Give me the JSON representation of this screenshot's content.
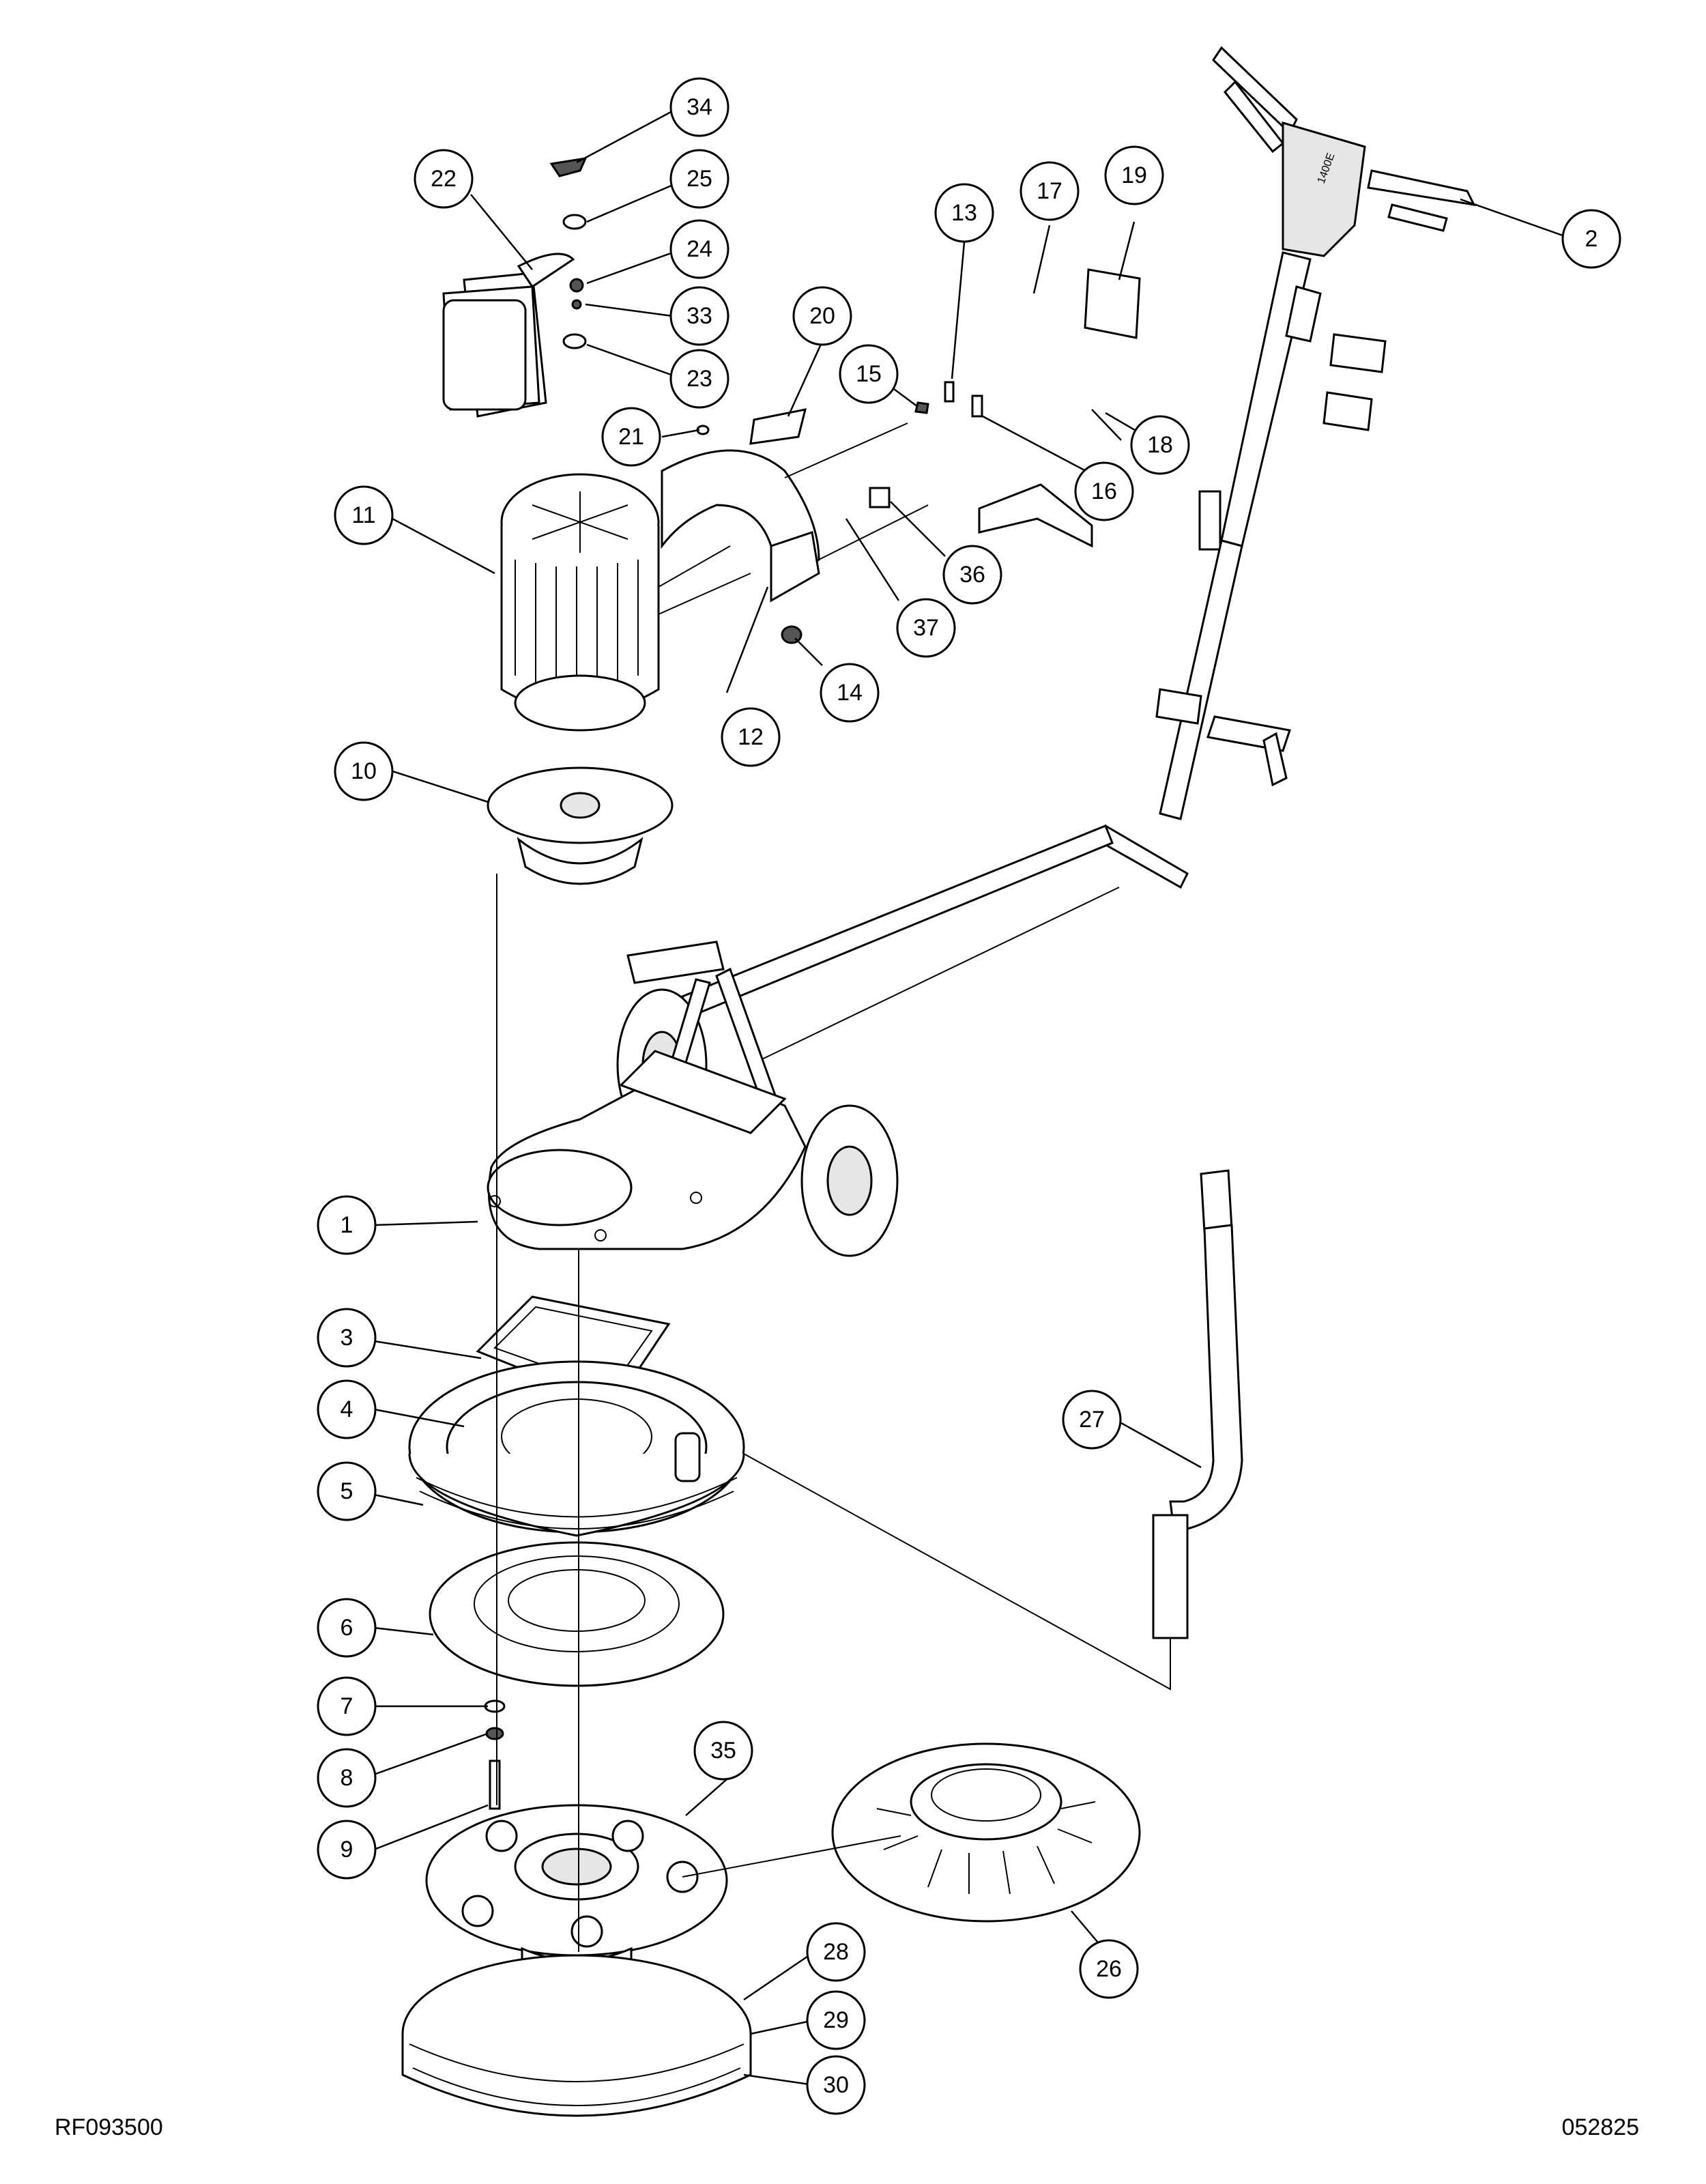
{
  "drawing_number": "RF093500",
  "revision_code": "052825",
  "callouts": [
    "1",
    "2",
    "3",
    "4",
    "5",
    "6",
    "7",
    "8",
    "9",
    "10",
    "11",
    "12",
    "13",
    "14",
    "15",
    "16",
    "17",
    "18",
    "19",
    "20",
    "21",
    "22",
    "23",
    "24",
    "25",
    "26",
    "27",
    "28",
    "29",
    "30",
    "33",
    "34",
    "35",
    "36",
    "37"
  ],
  "handle_badge": "1400E"
}
